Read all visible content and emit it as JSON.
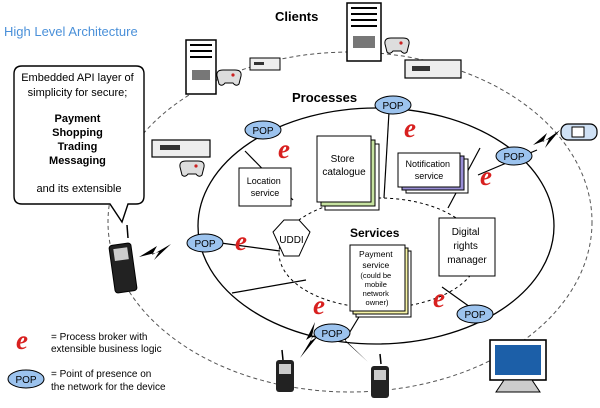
{
  "title": "High Level Architecture",
  "rings": {
    "outer": "Clients",
    "middle": "Processes",
    "inner": "Services"
  },
  "callout": {
    "line1": "Embedded API layer of",
    "line2": "simplicity for secure;",
    "items": [
      "Payment",
      "Shopping",
      "Trading",
      "Messaging"
    ],
    "footer": "and its extensible"
  },
  "pop_label": "POP",
  "broker_glyph": "e",
  "boxes": {
    "location": [
      "Location",
      "service"
    ],
    "store": [
      "Store",
      "catalogue"
    ],
    "notification": [
      "Notification",
      "service"
    ],
    "uddi": "UDDI",
    "payment": [
      "Payment",
      "service",
      "(could be",
      "mobile",
      "network",
      "owner)"
    ],
    "drm": [
      "Digital",
      "rights",
      "manager"
    ]
  },
  "legend": {
    "broker": [
      "= Process broker with",
      "extensible business logic"
    ],
    "pop": [
      "= Point of presence on",
      "the network for the device"
    ]
  },
  "colors": {
    "title": "#4a90d9",
    "pop_fill": "#9cc3ee",
    "broker_red": "#d8201f",
    "stack_green": "#c6e2a0",
    "stack_purple": "#9a8fd6",
    "stack_yellow": "#f6f3a6"
  }
}
